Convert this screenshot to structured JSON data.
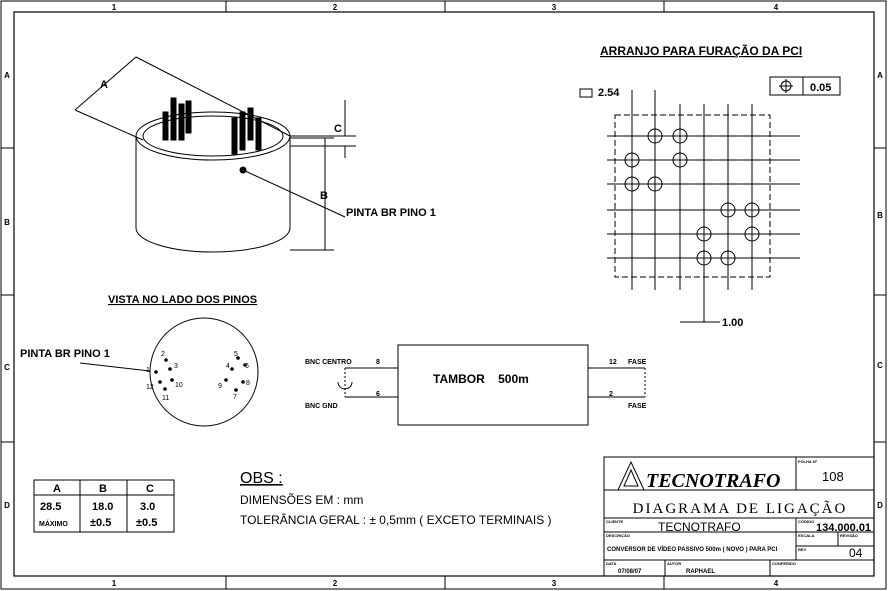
{
  "border": {
    "cols": [
      "1",
      "2",
      "3",
      "4"
    ],
    "rows": [
      "A",
      "B",
      "C",
      "D"
    ]
  },
  "iso_view": {
    "dim_a": "A",
    "dim_b": "B",
    "dim_c": "C",
    "pin1_label": "PINTA BR PINO 1"
  },
  "pcb": {
    "title": "ARRANJO PARA FURAÇÃO DA PCI",
    "grid_label": "2.54",
    "tolerance": "0.05",
    "pitch_label": "1.00"
  },
  "pin_view": {
    "title": "VISTA NO LADO DOS PINOS",
    "pin1_label": "PINTA BR PINO 1",
    "pins": [
      "2",
      "3",
      "1",
      "12",
      "10",
      "11",
      "5",
      "6",
      "4",
      "9",
      "8",
      "7"
    ]
  },
  "schematic": {
    "box_label": "TAMBOR    500m",
    "left_top": "BNC CENTRO",
    "left_top_pin": "8",
    "left_bottom": "BNC GND",
    "left_bottom_pin": "6",
    "right_top_pin": "12",
    "right_top": "FASE",
    "right_bottom_pin": "2",
    "right_bottom": "FASE"
  },
  "dim_table": {
    "headers": [
      "A",
      "B",
      "C"
    ],
    "row1": [
      "28.5",
      "18.0",
      "3.0"
    ],
    "row2_note": "MÁXIMO",
    "row2": [
      "±0.5",
      "±0.5"
    ]
  },
  "obs": {
    "title": "OBS :",
    "line1": "DIMENSÕES EM : mm",
    "line2": "TOLERÂNCIA GERAL : ± 0,5mm ( EXCETO TERMINAIS )"
  },
  "title_block": {
    "company": "TECNOTRAFO",
    "folha_label": "FOLHA Nº",
    "folha": "108",
    "doc_title": "DIAGRAMA DE LIGAÇÃO",
    "cliente_label": "CLIENTE",
    "cliente": "TECNOTRAFO",
    "codigo_label": "CÓDIGO",
    "codigo": "134.000.01",
    "descricao_label": "DESCRIÇÃO",
    "descricao": "CONVERSOR DE VÍDEO PASSIVO 500m ( NOVO ) PARA PCI",
    "escala_label": "ESCALA",
    "revisao_label": "REVISÃO",
    "rev_label": "REV",
    "revisao": "04",
    "data_label": "DATA",
    "data": "07/08/07",
    "autor_label": "AUTOR",
    "autor": "RAPHAEL",
    "conferido_label": "CONFERIDO"
  }
}
